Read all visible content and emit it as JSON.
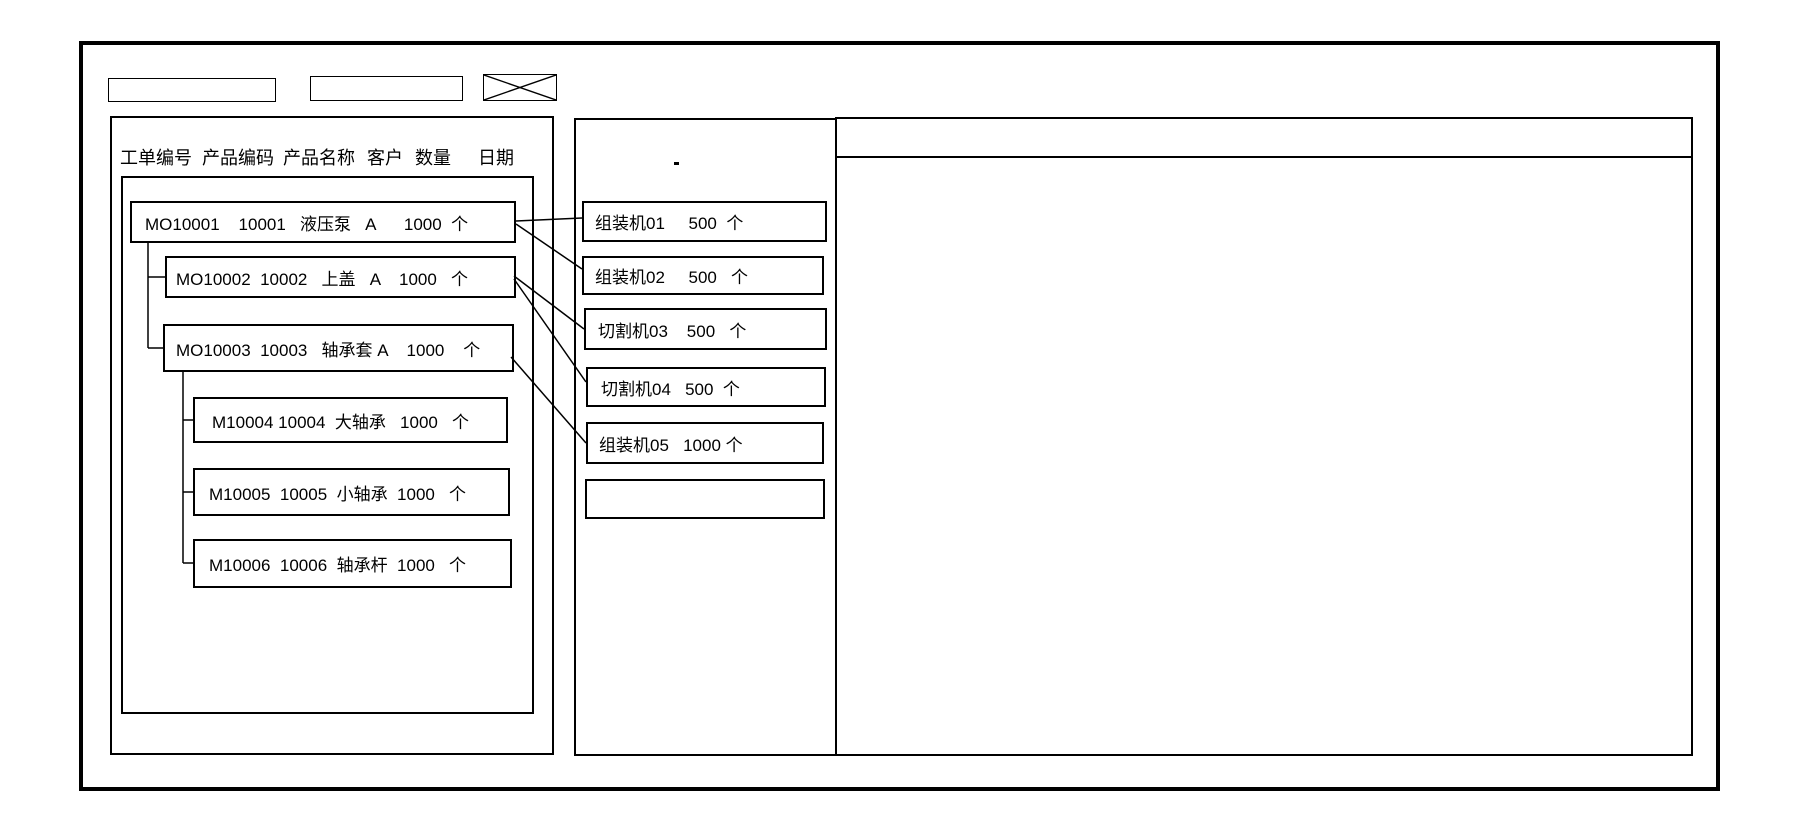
{
  "toolbar": {
    "field1": "",
    "field2": "",
    "placeholder_icon": "crossed-box-icon"
  },
  "orders_panel": {
    "columns": [
      "工单编号",
      "产品编码",
      "产品名称",
      "客户",
      "数量",
      "日期"
    ],
    "orders": [
      {
        "id": "MO10001",
        "product_code": "10001",
        "product_name": "液压泵",
        "customer": "A",
        "qty": "1000",
        "unit": "个",
        "level": 0,
        "display": "MO10001    10001   液压泵   A      1000  个"
      },
      {
        "id": "MO10002",
        "product_code": "10002",
        "product_name": "上盖",
        "customer": "A",
        "qty": "1000",
        "unit": "个",
        "level": 1,
        "display": "MO10002  10002   上盖   A    1000   个"
      },
      {
        "id": "MO10003",
        "product_code": "10003",
        "product_name": "轴承套",
        "customer": "A",
        "qty": "1000",
        "unit": "个",
        "level": 1,
        "display": "MO10003  10003   轴承套 A    1000    个"
      },
      {
        "id": "M10004",
        "product_code": "10004",
        "product_name": "大轴承",
        "customer": "",
        "qty": "1000",
        "unit": "个",
        "level": 2,
        "display": "M10004 10004  大轴承   1000   个"
      },
      {
        "id": "M10005",
        "product_code": "10005",
        "product_name": "小轴承",
        "customer": "",
        "qty": "1000",
        "unit": "个",
        "level": 2,
        "display": "M10005  10005  小轴承  1000   个"
      },
      {
        "id": "M10006",
        "product_code": "10006",
        "product_name": "轴承杆",
        "customer": "",
        "qty": "1000",
        "unit": "个",
        "level": 2,
        "display": "M10006  10006  轴承杆  1000   个"
      }
    ]
  },
  "machines_panel": {
    "stray_mark": "",
    "machines": [
      {
        "name": "组装机01",
        "qty": "500",
        "unit": "个",
        "display": "组装机01     500  个"
      },
      {
        "name": "组装机02",
        "qty": "500",
        "unit": "个",
        "display": "组装机02     500   个"
      },
      {
        "name": "切割机03",
        "qty": "500",
        "unit": "个",
        "display": "切割机03    500   个"
      },
      {
        "name": "切割机04",
        "qty": "500",
        "unit": "个",
        "display": "切割机04   500  个"
      },
      {
        "name": "组装机05",
        "qty": "1000",
        "unit": "个",
        "display": "组装机05   1000 个"
      },
      {
        "name": "",
        "qty": "",
        "unit": "",
        "display": ""
      }
    ]
  },
  "schedule_panel": {
    "content": ""
  },
  "assignments": [
    {
      "order": "MO10001",
      "machine": "组装机01",
      "qty": "500"
    },
    {
      "order": "MO10001",
      "machine": "组装机02",
      "qty": "500"
    },
    {
      "order": "MO10002",
      "machine": "切割机03",
      "qty": "500"
    },
    {
      "order": "MO10002",
      "machine": "切割机04",
      "qty": "500"
    },
    {
      "order": "MO10003",
      "machine": "组装机05",
      "qty": "1000"
    }
  ],
  "colors": {
    "line": "#000000",
    "background": "#ffffff"
  }
}
